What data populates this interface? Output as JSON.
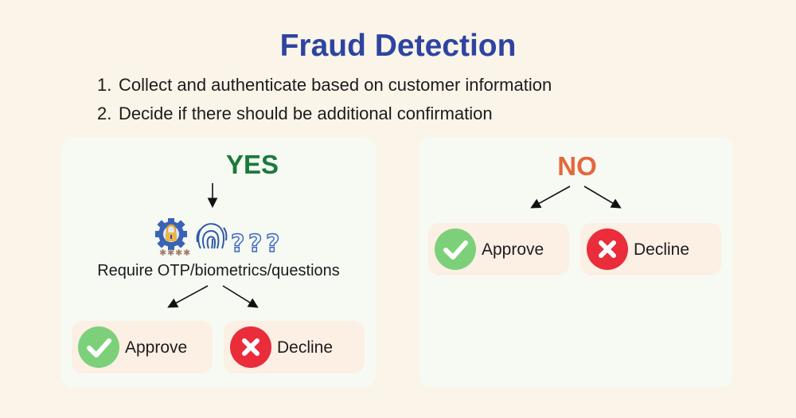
{
  "title": "Fraud Detection",
  "steps": [
    {
      "number": "1.",
      "text": "Collect and authenticate based on customer information"
    },
    {
      "number": "2.",
      "text": "Decide if there should be additional confirmation"
    }
  ],
  "yes_branch": {
    "heading": "YES",
    "requirement": "Require OTP/biometrics/questions",
    "icons": [
      "gear-lock-icon",
      "password-asterisks-icon",
      "fingerprint-icon",
      "question-marks-icon"
    ],
    "approve_label": "Approve",
    "decline_label": "Decline"
  },
  "no_branch": {
    "heading": "NO",
    "approve_label": "Approve",
    "decline_label": "Decline"
  },
  "colors": {
    "background": "#faf4e9",
    "title": "#2e44a0",
    "yes": "#1b7a3a",
    "no": "#e3683c",
    "approve": "#7dd07a",
    "decline": "#ea2c3b",
    "panel": "#f6faf3",
    "outcome": "#fcefe4"
  }
}
